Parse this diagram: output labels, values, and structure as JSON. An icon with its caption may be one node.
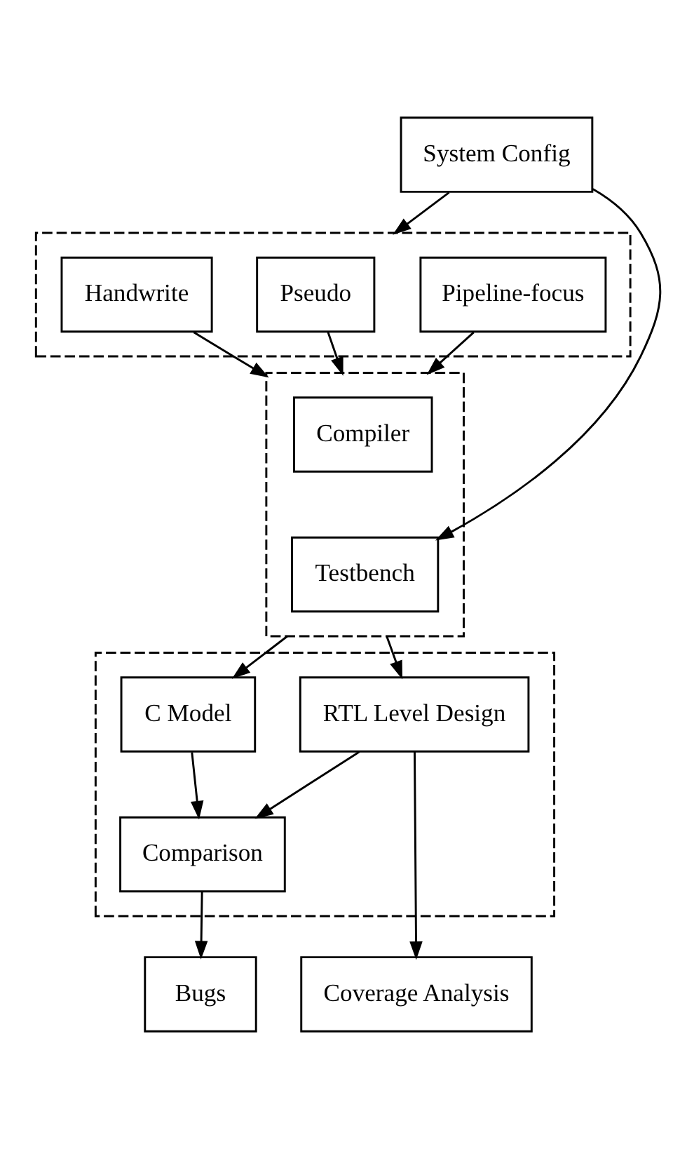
{
  "diagram": {
    "nodes": [
      {
        "text": [
          "System Config"
        ]
      },
      {
        "text": [],
        "shape": "box"
      },
      {
        "text": [
          "Handwrite"
        ],
        "in": 1
      },
      {
        "text": [
          "Pseudo"
        ],
        "in": 1
      },
      {
        "text": [
          "Pipeline-focus"
        ],
        "in": 1
      },
      {
        "text": [],
        "shape": "box"
      },
      {
        "text": [
          "Compiler"
        ],
        "in": 5
      },
      {
        "text": [
          "Testbench"
        ],
        "in": 5
      },
      {
        "text": [],
        "shape": "box"
      },
      {
        "text": [
          "C Model"
        ],
        "in": 8
      },
      {
        "text": [
          "RTL Level Design"
        ],
        "in": 8
      },
      {
        "text": [
          "Comparison"
        ],
        "in": 8
      },
      {
        "text": [
          "Bugs"
        ]
      },
      {
        "text": [
          "Coverage Analysis"
        ]
      }
    ],
    "edges": [
      {
        "from": 0,
        "to": 1,
        "arrow": "to"
      },
      {
        "from": 0,
        "to": 7,
        "arrow": "to"
      },
      {
        "from": 2,
        "to": 5,
        "arrow": "to"
      },
      {
        "from": 3,
        "to": 5,
        "arrow": "to"
      },
      {
        "from": 4,
        "to": 5,
        "arrow": "to"
      },
      {
        "from": 5,
        "to": 9,
        "arrow": "to"
      },
      {
        "from": 5,
        "to": 10,
        "arrow": "to"
      },
      {
        "from": 9,
        "to": 11,
        "arrow": "to"
      },
      {
        "from": 10,
        "to": 11,
        "arrow": "to"
      },
      {
        "from": 11,
        "to": 12,
        "arrow": "to"
      },
      {
        "from": 10,
        "to": 13,
        "arrow": "to"
      }
    ]
  }
}
